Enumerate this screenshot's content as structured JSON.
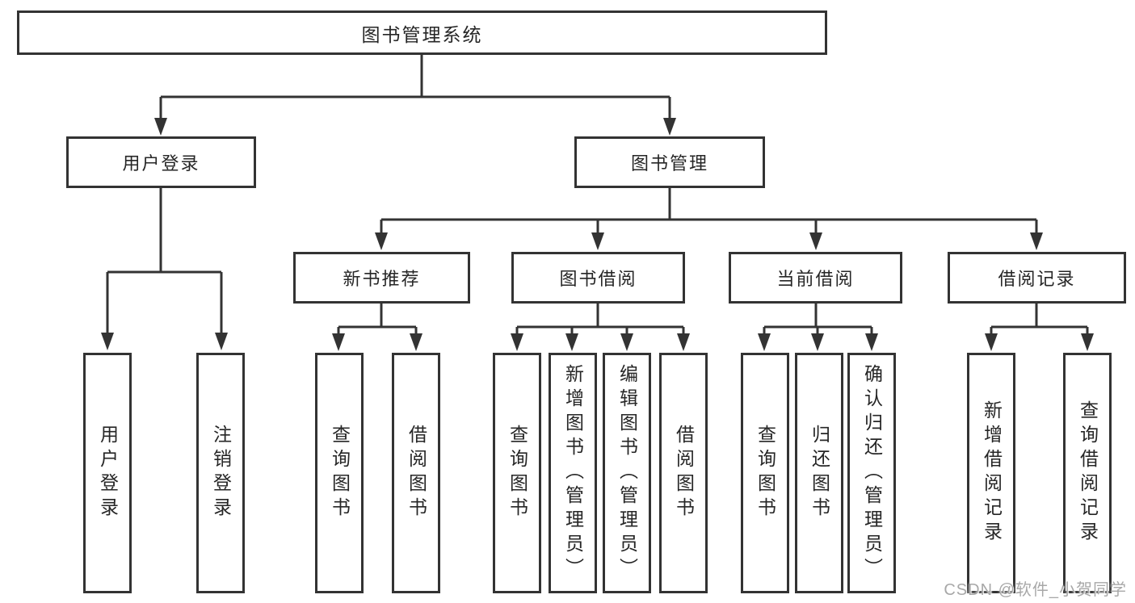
{
  "diagram": {
    "title": "图书管理系统",
    "branches": {
      "user": {
        "label": "用户登录",
        "children": [
          "用户登录",
          "注销登录"
        ]
      },
      "book": {
        "label": "图书管理",
        "sections": [
          {
            "label": "新书推荐",
            "children": [
              "查询图书",
              "借阅图书"
            ]
          },
          {
            "label": "图书借阅",
            "children": [
              "查询图书",
              "新增图书（管理员）",
              "编辑图书（管理员）",
              "借阅图书"
            ]
          },
          {
            "label": "当前借阅",
            "children": [
              "查询图书",
              "归还图书",
              "确认归还（管理员）"
            ]
          },
          {
            "label": "借阅记录",
            "children": [
              "新增借阅记录",
              "查询借阅记录"
            ]
          }
        ]
      }
    },
    "colors": {
      "line": "#333333",
      "box_border": "#333333",
      "text": "#262626",
      "watermark": "#a8a8a8",
      "background": "#ffffff"
    }
  },
  "watermark": "CSDN @软件_小贺同学"
}
